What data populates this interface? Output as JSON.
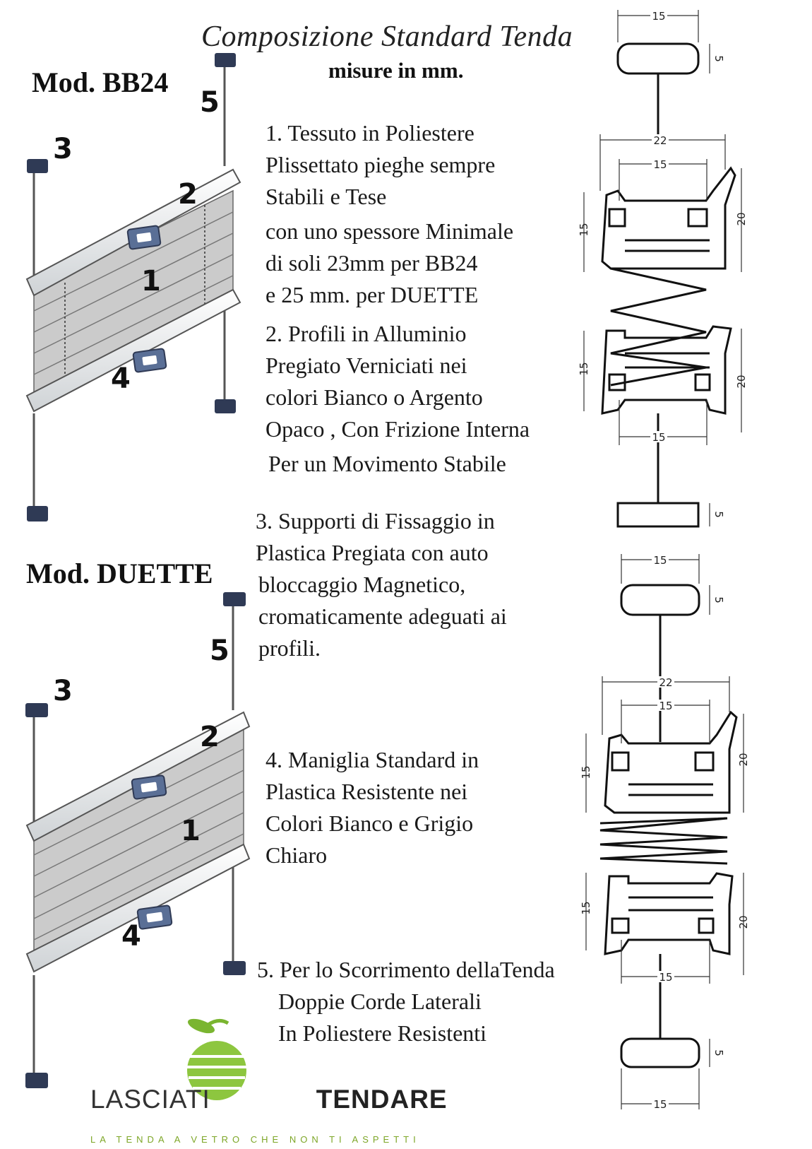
{
  "header": {
    "title": "Composizione Standard Tenda",
    "subtitle": "misure in mm."
  },
  "models": [
    {
      "label": "Mod. BB24",
      "callouts": [
        "5",
        "3",
        "2",
        "1",
        "4"
      ]
    },
    {
      "label": "Mod. DUETTE",
      "callouts": [
        "5",
        "3",
        "2",
        "1",
        "4"
      ]
    }
  ],
  "descriptions": {
    "item1": [
      "1. Tessuto in Poliestere",
      "Plissettato pieghe sempre",
      "Stabili e Tese",
      "con uno spessore Minimale",
      "di soli 23mm per BB24",
      "e 25 mm. per DUETTE"
    ],
    "item2": [
      "2. Profili in Alluminio",
      "Pregiato Verniciati nei",
      "colori Bianco o Argento",
      "Opaco , Con Frizione Interna",
      "Per un Movimento Stabile"
    ],
    "item3": [
      "3. Supporti di Fissaggio in",
      "Plastica Pregiata con auto",
      "bloccaggio Magnetico,",
      "cromaticamente adeguati ai",
      "profili."
    ],
    "item4": [
      "4. Maniglia Standard in",
      "Plastica Resistente nei",
      "Colori Bianco e Grigio",
      "Chiaro"
    ],
    "item5": [
      "5. Per lo Scorrimento dellaTenda",
      "Doppie Corde Laterali",
      "In Poliestere Resistenti"
    ]
  },
  "dimensions": {
    "bb24": {
      "top_width": "15",
      "top_height": "5",
      "outer_width": "22",
      "inner_width": "15",
      "side": "15",
      "height": "20",
      "bottom_width": "15",
      "bottom_height": "5"
    },
    "duette": {
      "top_width": "15",
      "top_height": "5",
      "outer_width": "22",
      "inner_width": "15",
      "side": "15",
      "height": "20",
      "bottom_width": "15",
      "bottom_height": "5"
    }
  },
  "brand": {
    "name_part1": "LASCIATI",
    "name_part2": "TENDARE",
    "tagline": "LA TENDA A VETRO CHE NON TI ASPETTI"
  },
  "colors": {
    "bracket": "#2f3a55",
    "handle": "#5a6f96",
    "fabric": "#c9c9c9",
    "logo_green": "#8dc63f"
  }
}
